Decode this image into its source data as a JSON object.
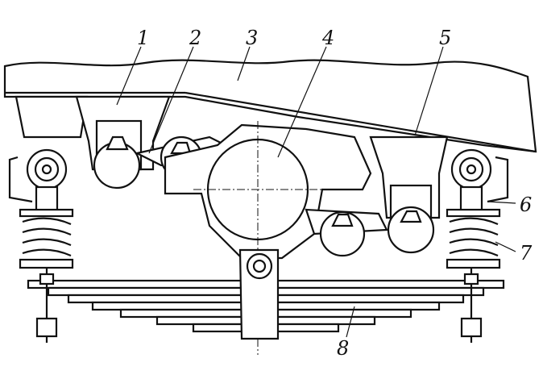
{
  "diagram": {
    "type": "suspension-assembly-drawing",
    "labels": [
      "1",
      "2",
      "3",
      "4",
      "5",
      "6",
      "7",
      "8"
    ],
    "colors": {
      "ink": "#111111",
      "background": "#ffffff"
    }
  }
}
